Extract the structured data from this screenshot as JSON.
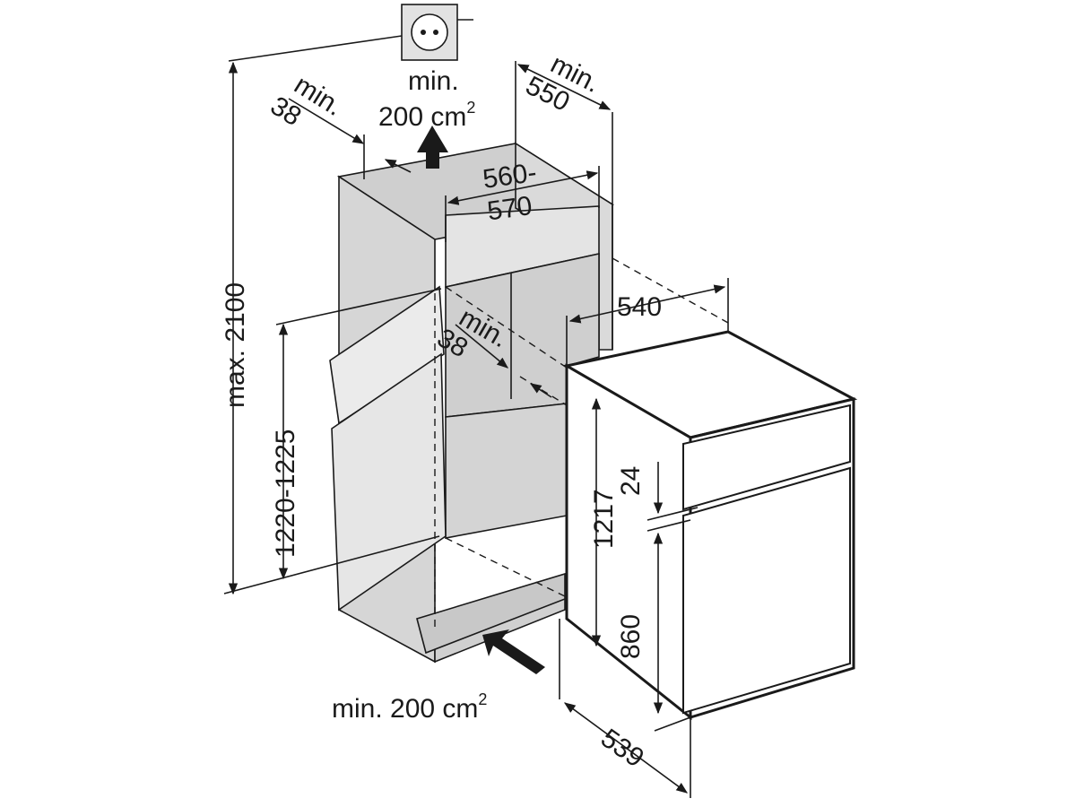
{
  "labels": {
    "vent_top": [
      "min.",
      "200 cm",
      "2"
    ],
    "depth_top": [
      "min.",
      "550"
    ],
    "gap_top": [
      "min.",
      "38"
    ],
    "niche_width": [
      "560-",
      "570"
    ],
    "appliance_width": "540",
    "gap_rear": [
      "min.",
      "38"
    ],
    "max_height": "max. 2100",
    "niche_height": "1220-1225",
    "appliance_height": "1217",
    "upper_offset": "24",
    "door_height": "860",
    "appliance_depth": "539",
    "vent_bottom": [
      "min. 200 cm",
      "2"
    ]
  },
  "icons": [
    "power-socket-icon",
    "air-intake-arrow-icon",
    "air-exhaust-arrow-icon"
  ],
  "colors": {
    "niche_fill": "#d9d9d9",
    "niche_dark": "#c9c9c9",
    "appliance_fill": "#ffffff",
    "line": "#1a1a1a"
  }
}
